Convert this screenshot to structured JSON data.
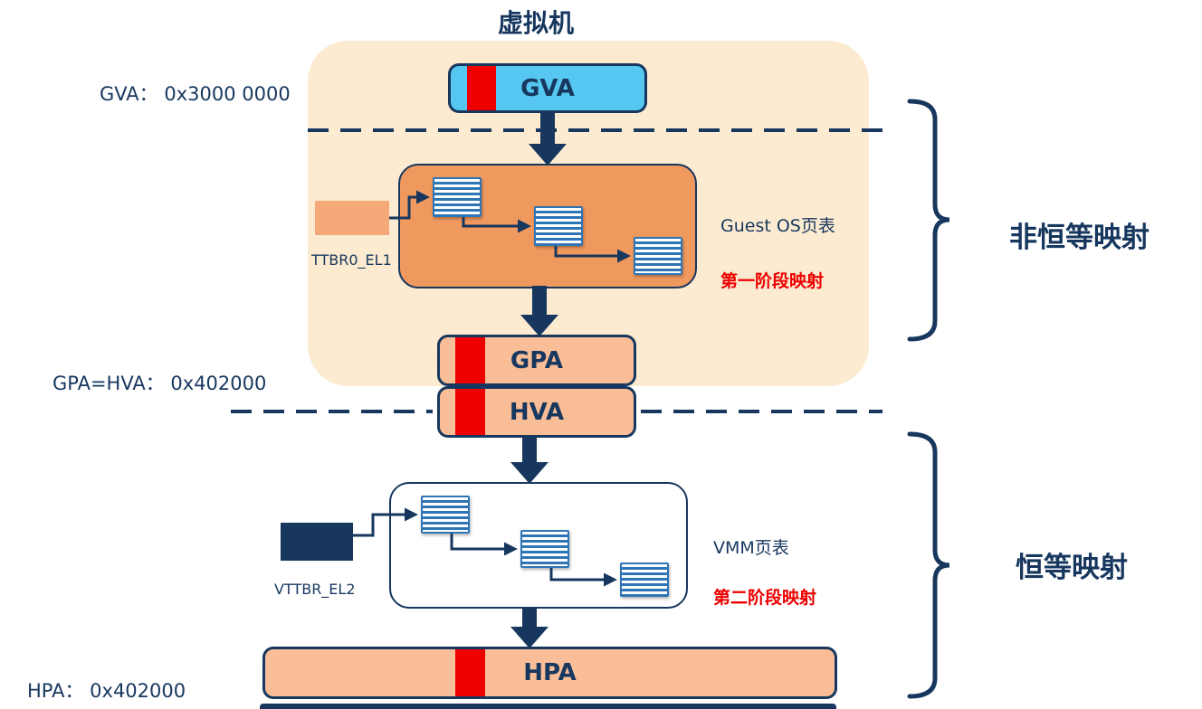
{
  "title": "虚拟机",
  "left_labels": {
    "gva": "GVA： 0x3000 0000",
    "gpa_hva": "GPA=HVA： 0x402000",
    "hpa": "HPA： 0x402000"
  },
  "address_boxes": {
    "gva": "GVA",
    "gpa": "GPA",
    "hva": "HVA",
    "hpa": "HPA"
  },
  "stage1": {
    "register_label": "TTBR0_EL1",
    "table_title": "Guest OS页表",
    "stage_title": "第一阶段映射"
  },
  "stage2": {
    "register_label": "VTTBR_EL2",
    "table_title": "VMM页表",
    "stage_title": "第二阶段映射"
  },
  "right_annotations": {
    "non_identity": "非恒等映射",
    "identity": "恒等映射"
  },
  "colors": {
    "navy": "#17375E",
    "cream": "#FCEBD0",
    "stage1_orange": "#F0995F",
    "register_orange": "#F5A878",
    "salmon": "#F9BE97",
    "gva_blue": "#55C7F0",
    "stripe_red": "#EE0000",
    "pagetable_blue": "#2E75B6"
  }
}
